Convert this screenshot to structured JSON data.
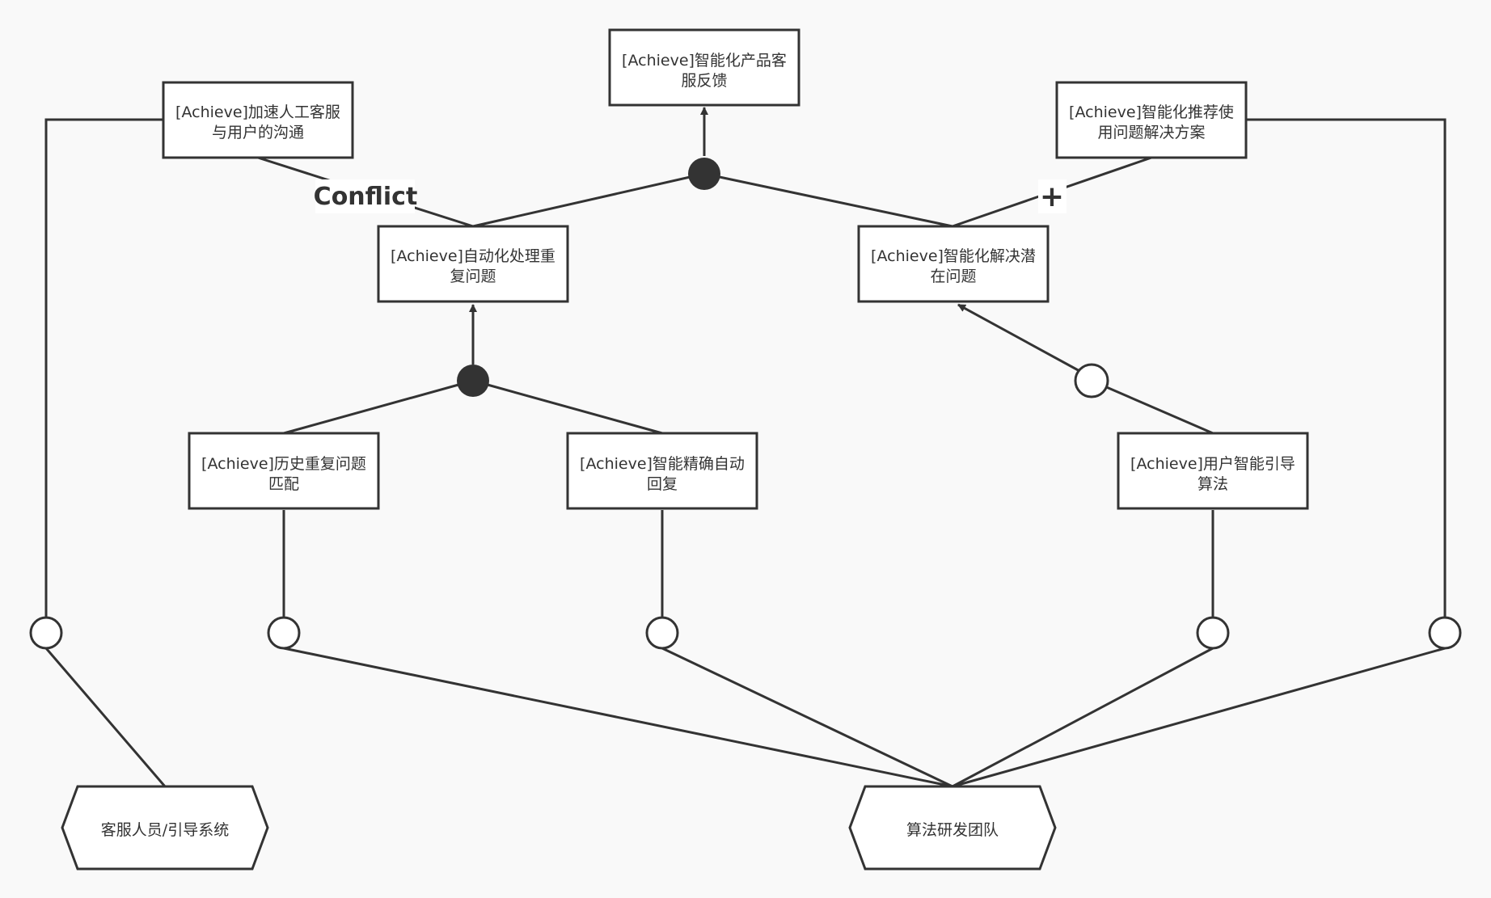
{
  "goals": {
    "top": {
      "line1": "[Achieve]智能化产品客",
      "line2": "服反馈"
    },
    "speed_up": {
      "line1": "[Achieve]加速人工客服",
      "line2": "与用户的沟通"
    },
    "recommend": {
      "line1": "[Achieve]智能化推荐使",
      "line2": "用问题解决方案"
    },
    "auto_handle": {
      "line1": "[Achieve]自动化处理重",
      "line2": "复问题"
    },
    "smart_solve": {
      "line1": "[Achieve]智能化解决潜",
      "line2": "在问题"
    },
    "history": {
      "line1": "[Achieve]历史重复问题",
      "line2": "匹配"
    },
    "auto_reply": {
      "line1": "[Achieve]智能精确自动",
      "line2": "回复"
    },
    "guide_algo": {
      "line1": "[Achieve]用户智能引导",
      "line2": "算法"
    }
  },
  "agents": {
    "service": "客服人员/引导系统",
    "algo_team": "算法研发团队"
  },
  "contributions": {
    "conflict": "Conflict",
    "positive": "+"
  },
  "colors": {
    "background": "#f9f9f9",
    "stroke": "#333333",
    "fill": "#ffffff",
    "node": "#333333"
  }
}
